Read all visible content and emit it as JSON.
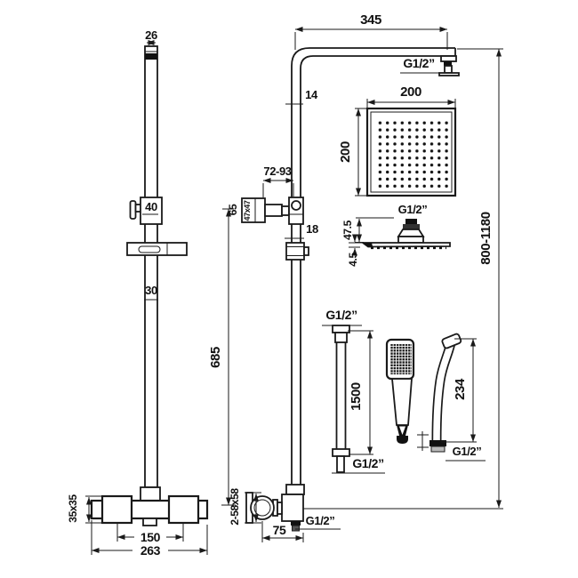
{
  "colors": {
    "line": "#1a1a1a",
    "background": "#ffffff"
  },
  "rail": {
    "top_width": "26",
    "slider_label": "40",
    "bar_width": "30"
  },
  "arm": {
    "length": "345",
    "pipe_width": "14",
    "wall_connector": "G1/2”"
  },
  "head": {
    "width": "200",
    "height": "200",
    "connector": "G1/2”",
    "neck_height": "47.5",
    "plate_thickness": "4.5"
  },
  "riser": {
    "height_range": "800-1180",
    "lower_length": "685",
    "pipe_width": "18",
    "bracket_range": "72-93",
    "bracket_height": "65",
    "bracket_plate": "47x47"
  },
  "hose": {
    "top_connector": "G1/2”",
    "length": "1500",
    "bottom_connector": "G1/2”"
  },
  "handshower": {
    "length": "234",
    "connector": "G1/2”"
  },
  "valve": {
    "handle_size": "35x35",
    "handle_spacing": "150",
    "width": "263",
    "escutcheons": "2-58x58",
    "depth": "75",
    "outlet_connector": "G1/2”"
  }
}
